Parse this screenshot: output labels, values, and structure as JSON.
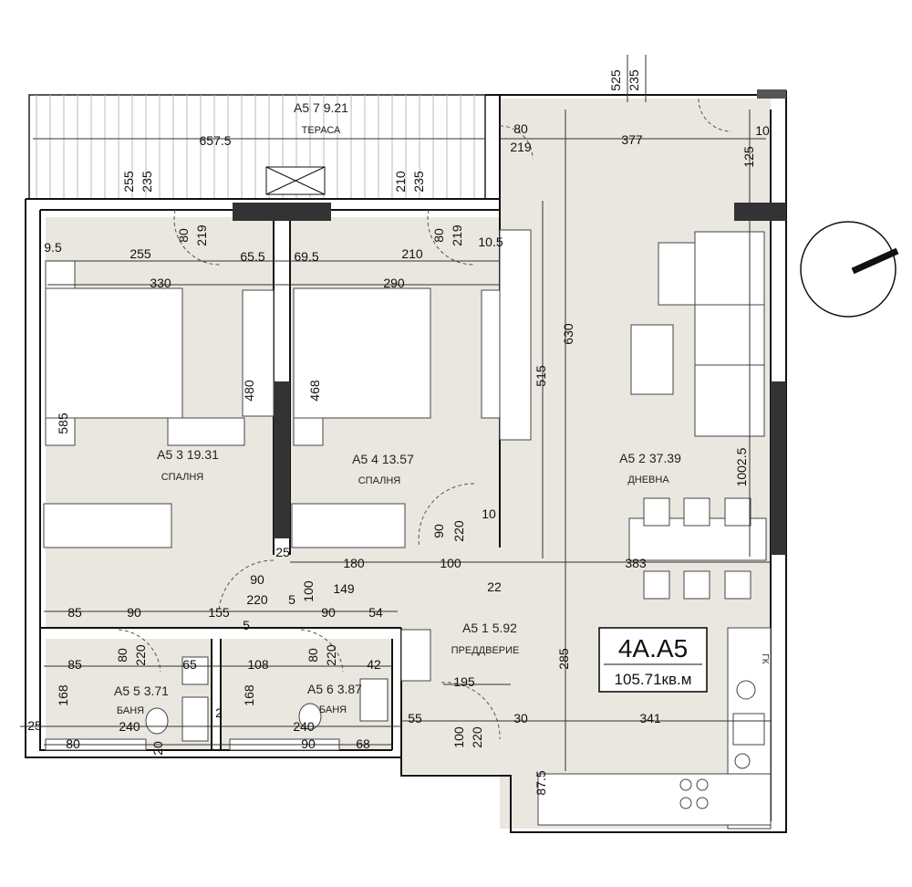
{
  "unit": {
    "code": "4A.A5",
    "area": "105.71кв.м"
  },
  "rooms": [
    {
      "id": "terrace",
      "number": "A5 7 9.21",
      "name": "ТЕРАСА"
    },
    {
      "id": "bedroom1",
      "number": "A5 3 19.31",
      "name": "СПАЛНЯ"
    },
    {
      "id": "bedroom2",
      "number": "A5 4 13.57",
      "name": "СПАЛНЯ"
    },
    {
      "id": "living",
      "number": "A5 2 37.39",
      "name": "ДНЕВНА"
    },
    {
      "id": "hall",
      "number": "A5 1   5.92",
      "name": "ПРЕДДВЕРИЕ"
    },
    {
      "id": "bath1",
      "number": "A5 5 3.71",
      "name": "БАНЯ"
    },
    {
      "id": "bath2",
      "number": "A5 6 3.87",
      "name": "БАНЯ"
    }
  ],
  "dimensions": [
    "525",
    "235",
    "657.5",
    "80",
    "219",
    "377",
    "10",
    "125",
    "255",
    "235",
    "210",
    "235",
    "80",
    "219",
    "80",
    "219",
    "9.5",
    "255",
    "65.5",
    "69.5",
    "210",
    "10.5",
    "330",
    "290",
    "630",
    "480",
    "468",
    "515",
    "585",
    "1002.5",
    "10",
    "90",
    "220",
    "25",
    "180",
    "100",
    "383",
    "90",
    "100",
    "149",
    "22",
    "220",
    "85",
    "90",
    "155",
    "5",
    "5",
    "90",
    "54",
    "85",
    "80",
    "220",
    "65",
    "108",
    "80",
    "220",
    "42",
    "195",
    "285",
    "168",
    "168",
    "2",
    "25",
    "240",
    "240",
    "55",
    "30",
    "341",
    "80",
    "20",
    "90",
    "68",
    "100",
    "220",
    "87.5"
  ],
  "symbols": {
    "north_arrow": "north-arrow-icon",
    "fridge_label": "ГК"
  },
  "colors": {
    "floor": "#e9e7df",
    "wall": "#111111",
    "column": "#333333"
  }
}
